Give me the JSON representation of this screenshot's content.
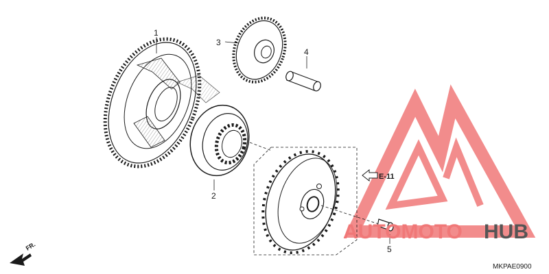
{
  "diagram": {
    "callouts": [
      {
        "id": "1",
        "label": "1"
      },
      {
        "id": "2",
        "label": "2"
      },
      {
        "id": "3",
        "label": "3"
      },
      {
        "id": "4",
        "label": "4"
      },
      {
        "id": "5",
        "label": "5"
      }
    ],
    "reference_label": "E-11",
    "direction_label": "FR.",
    "diagram_code": "MKPAE0900"
  },
  "watermark": {
    "text_part1": "AUTOMOTO",
    "text_part2": "HUB",
    "color_primary": "#f07878",
    "color_secondary": "#555555"
  },
  "colors": {
    "line": "#1a1a1a",
    "watermark_red": "#f07878"
  }
}
